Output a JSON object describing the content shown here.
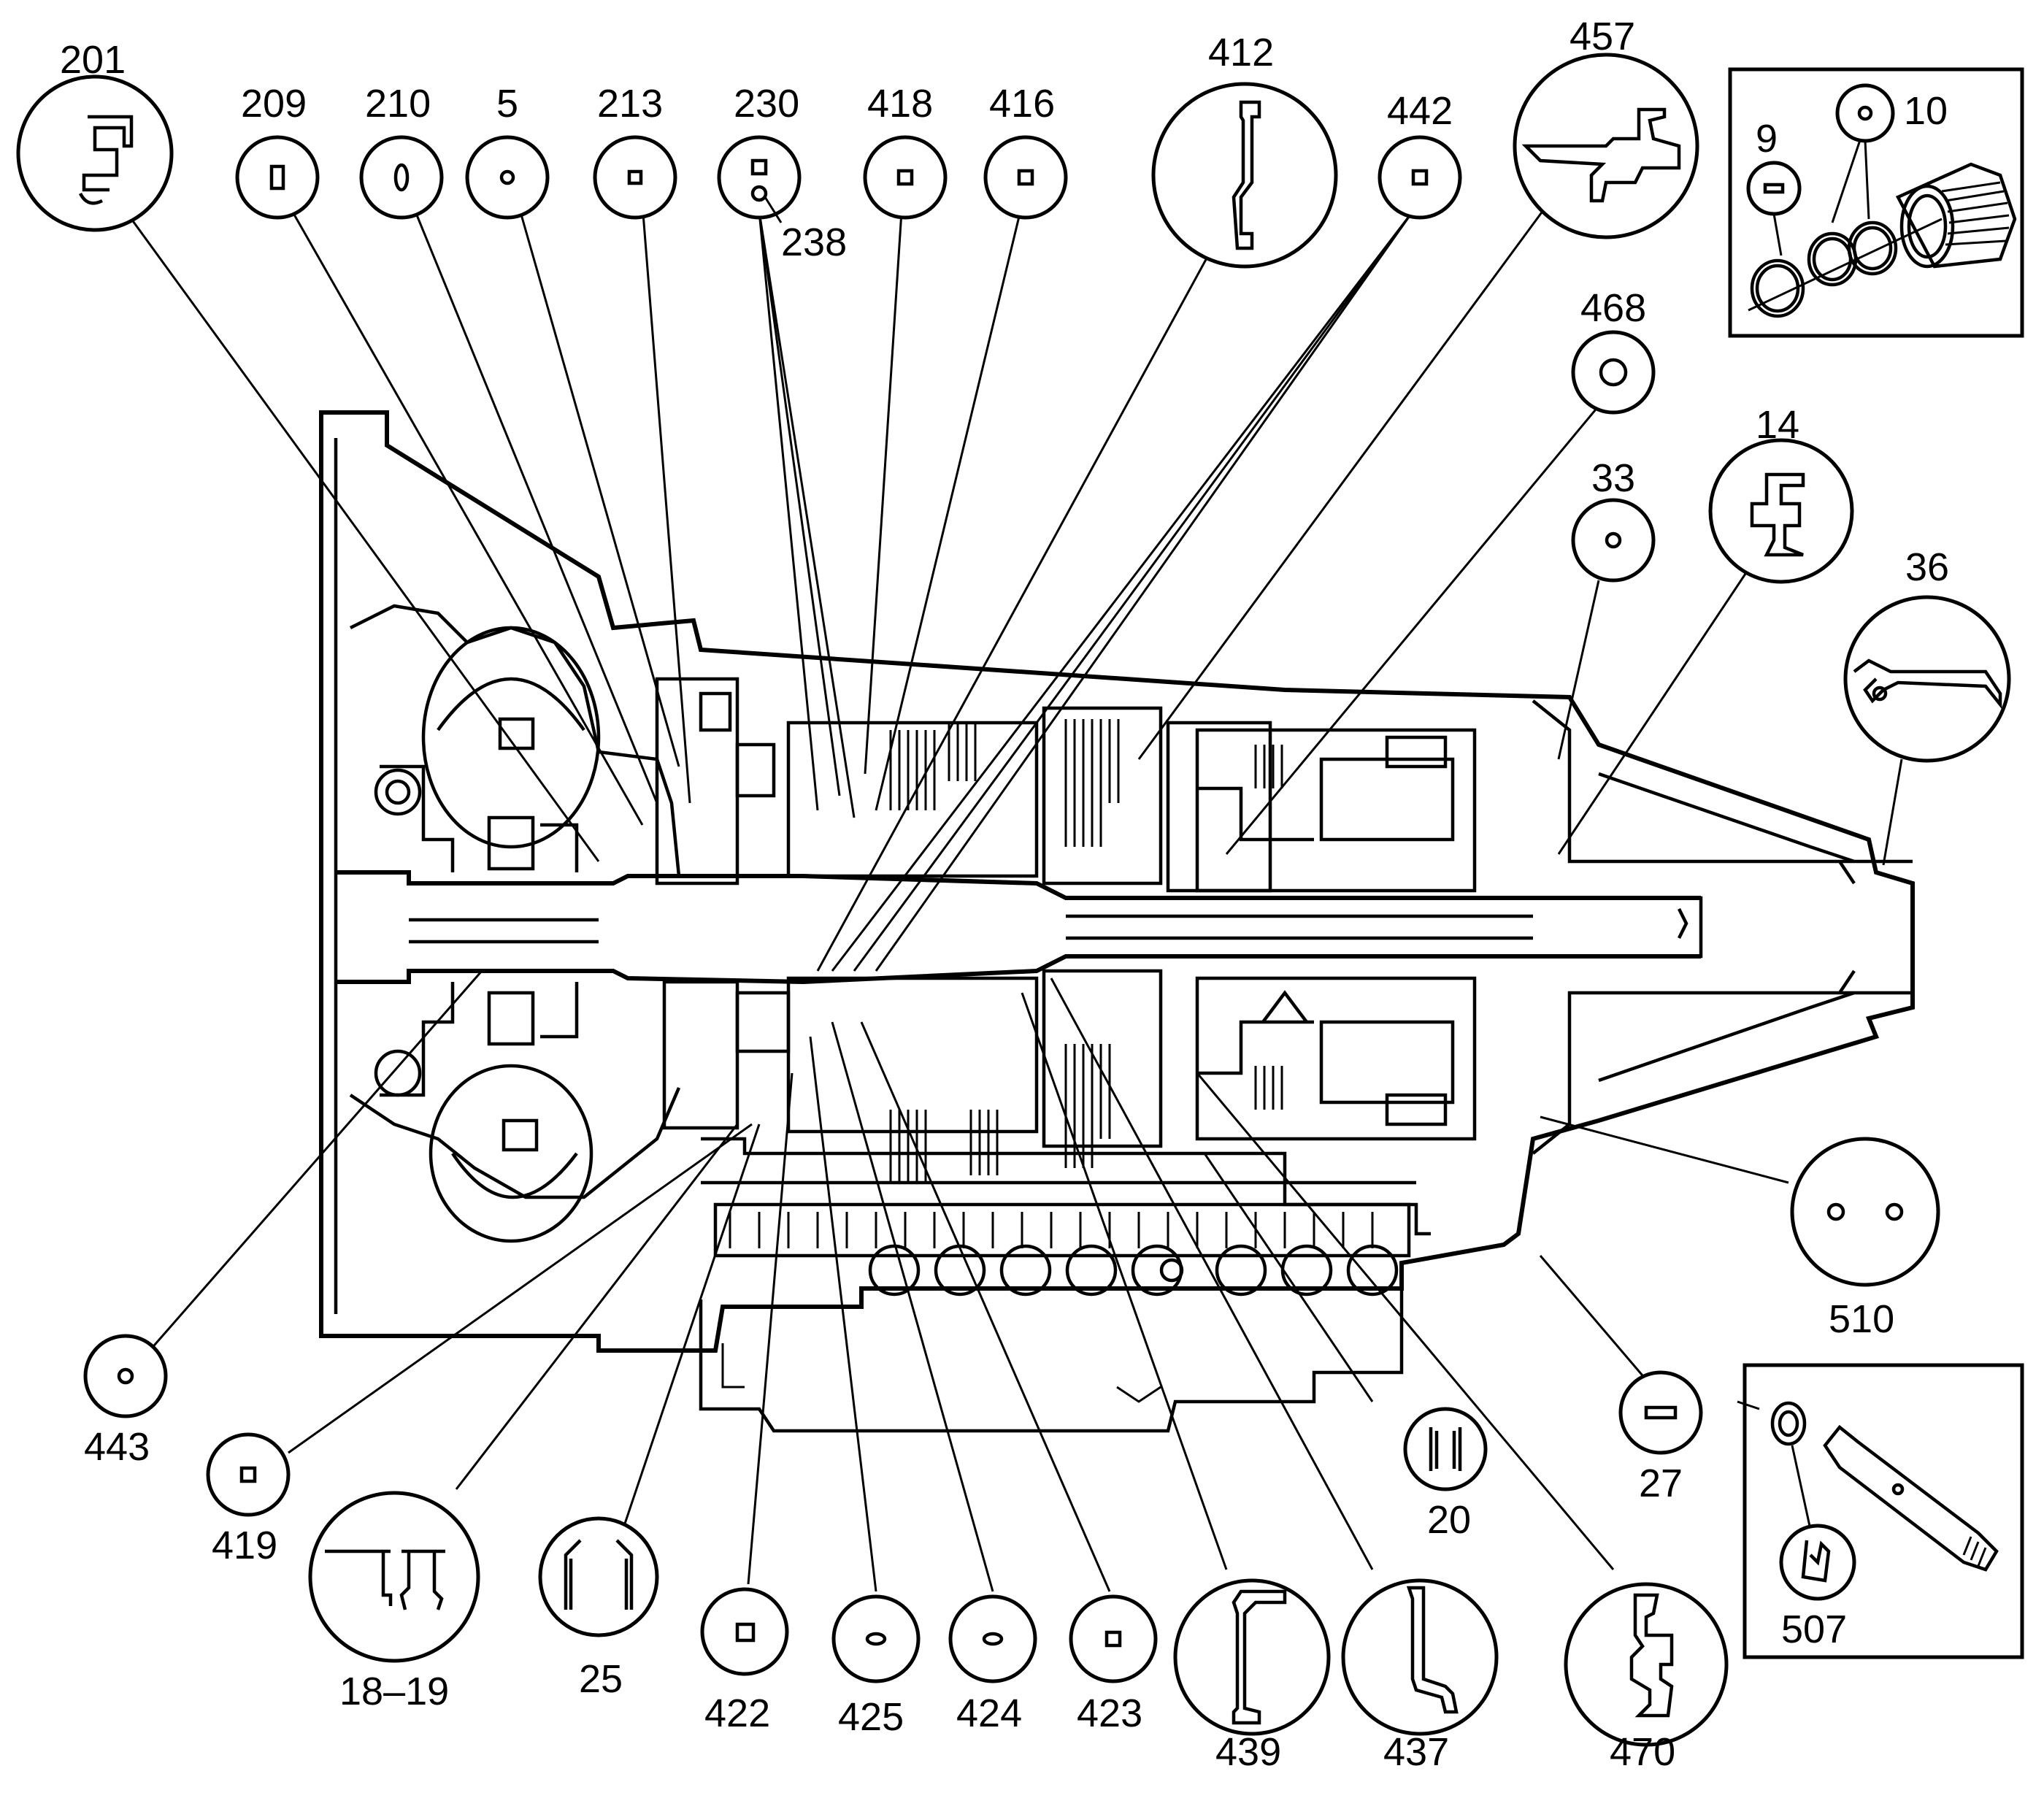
{
  "callouts": {
    "c201": "201",
    "c209": "209",
    "c210": "210",
    "c5": "5",
    "c213": "213",
    "c230": "230",
    "c238": "238",
    "c418": "418",
    "c416": "416",
    "c412": "412",
    "c442": "442",
    "c457": "457",
    "c9": "9",
    "c10": "10",
    "c468": "468",
    "c33": "33",
    "c14": "14",
    "c36": "36",
    "c510": "510",
    "c27": "27",
    "c507": "507",
    "c443": "443",
    "c419": "419",
    "c18_19": "18–19",
    "c25": "25",
    "c422": "422",
    "c425": "425",
    "c424": "424",
    "c423": "423",
    "c439": "439",
    "c437": "437",
    "c470": "470",
    "c20": "20"
  }
}
